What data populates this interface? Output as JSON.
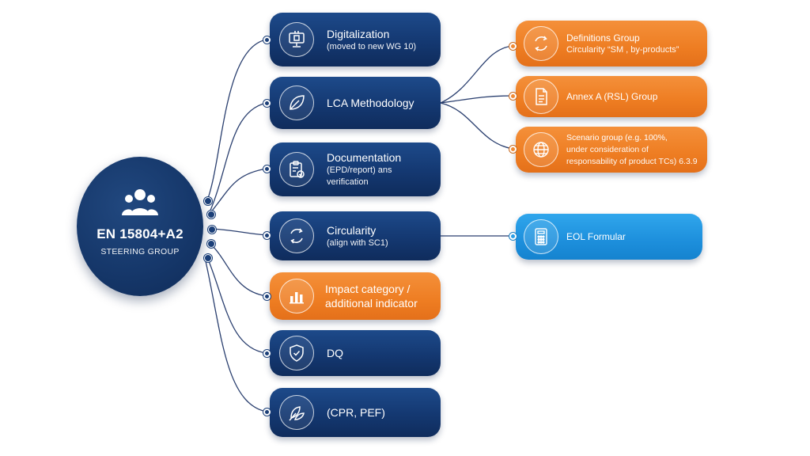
{
  "center": {
    "title": "EN 15804+A2",
    "subtitle": "STEERING GROUP",
    "icon": "users-group-icon"
  },
  "branches": [
    {
      "id": "digitalization",
      "title": "Digitalization",
      "subtitle": "(moved to new WG 10)",
      "icon": "chip-monitor-icon",
      "color": "navy"
    },
    {
      "id": "lca-methodology",
      "title": "LCA Methodology",
      "subtitle": "",
      "icon": "leaf-icon",
      "color": "navy"
    },
    {
      "id": "documentation",
      "title": "Documentation",
      "subtitle_lines": [
        "(EPD/report) ans",
        "verification"
      ],
      "icon": "clipboard-check-icon",
      "color": "navy"
    },
    {
      "id": "circularity",
      "title": "Circularity",
      "subtitle": "(align with SC1)",
      "icon": "cycle-arrows-icon",
      "color": "navy"
    },
    {
      "id": "impact-category",
      "title_lines": [
        "Impact category /",
        "additional indicator"
      ],
      "icon": "bar-chart-icon",
      "color": "orange"
    },
    {
      "id": "dq",
      "title": "DQ",
      "subtitle": "",
      "icon": "shield-check-icon",
      "color": "navy"
    },
    {
      "id": "cpr-pef",
      "title": "(CPR, PEF)",
      "subtitle": "",
      "icon": "leaves-icon",
      "color": "navy"
    }
  ],
  "subgroups": [
    {
      "id": "definitions-group",
      "parent": "lca-methodology",
      "title": "Definitions Group",
      "subtitle": "Circularity “SM , by-products”",
      "icon": "refresh-arrows-icon",
      "color": "orange"
    },
    {
      "id": "annex-a-group",
      "parent": "lca-methodology",
      "title": "Annex A (RSL) Group",
      "subtitle": "",
      "icon": "document-icon",
      "color": "orange"
    },
    {
      "id": "scenario-group",
      "parent": "lca-methodology",
      "lines": [
        "Scenario group (e.g. 100%,",
        "under consideration of",
        "responsability of product TCs) 6.3.9"
      ],
      "icon": "globe-icon",
      "color": "orange"
    },
    {
      "id": "eol-formular",
      "parent": "circularity",
      "title": "EOL Formular",
      "subtitle": "",
      "icon": "calculator-icon",
      "color": "blue"
    }
  ],
  "colors": {
    "navy": "#143871",
    "orange": "#ee7d22",
    "blue": "#1d8fdc",
    "connector": "#2a3f6f"
  }
}
